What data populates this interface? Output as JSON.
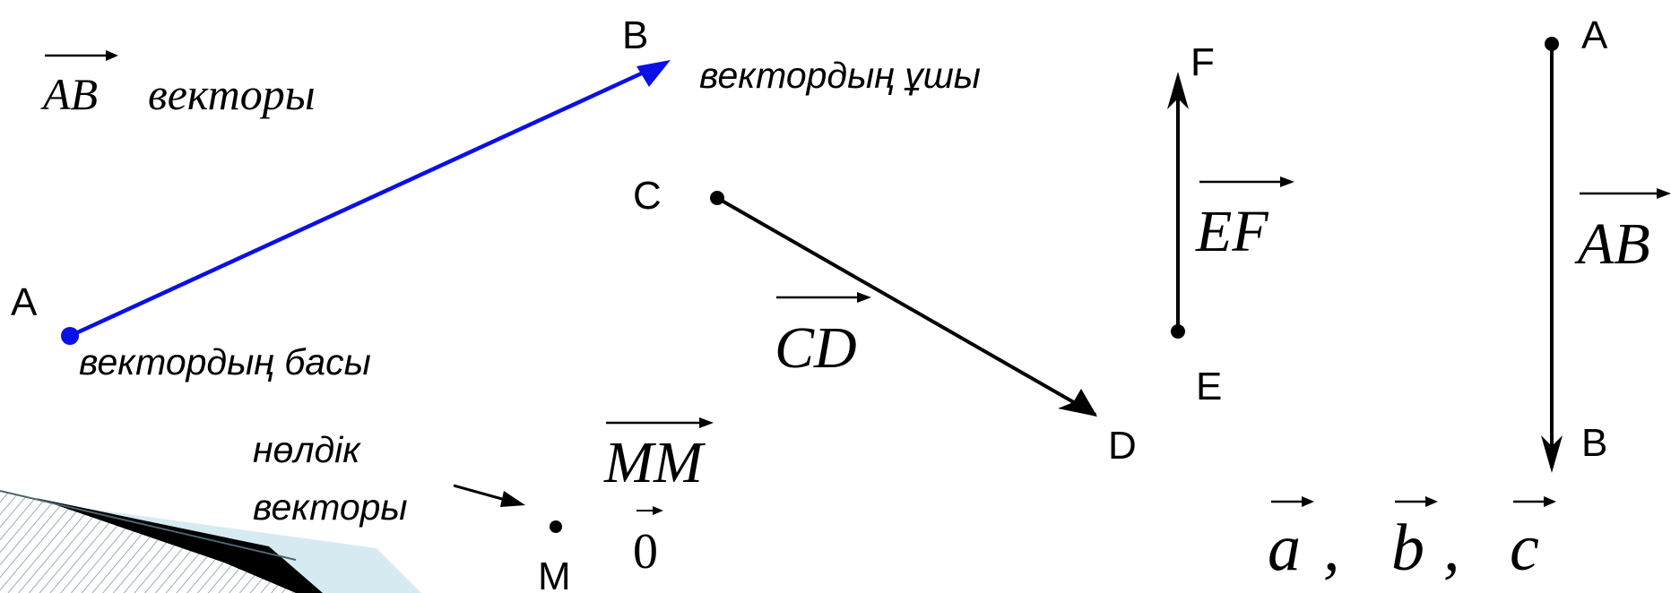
{
  "colors": {
    "accent": "#0a10e6",
    "ink": "#000000",
    "band_light": "#d9ecf2",
    "band_hatch": "#6a8a95"
  },
  "title": {
    "vector": "AB",
    "word": "векторы"
  },
  "vector_ab_blue": {
    "start": "A",
    "end": "B",
    "end_caption": "вектордың ұшы",
    "start_caption": "вектордың басы"
  },
  "vector_cd": {
    "start": "C",
    "end": "D",
    "name": "CD"
  },
  "vector_ef": {
    "start": "E",
    "end": "F",
    "name": "EF"
  },
  "vector_ab_vertical": {
    "start": "A",
    "end": "B",
    "name": "AB"
  },
  "zero_vector": {
    "caption_line1": "нөлдік",
    "caption_line2": "векторы",
    "name": "MM",
    "zero": "0",
    "point": "M"
  },
  "letters": {
    "a": "a",
    "b": "b",
    "c": "c",
    "comma": ","
  }
}
